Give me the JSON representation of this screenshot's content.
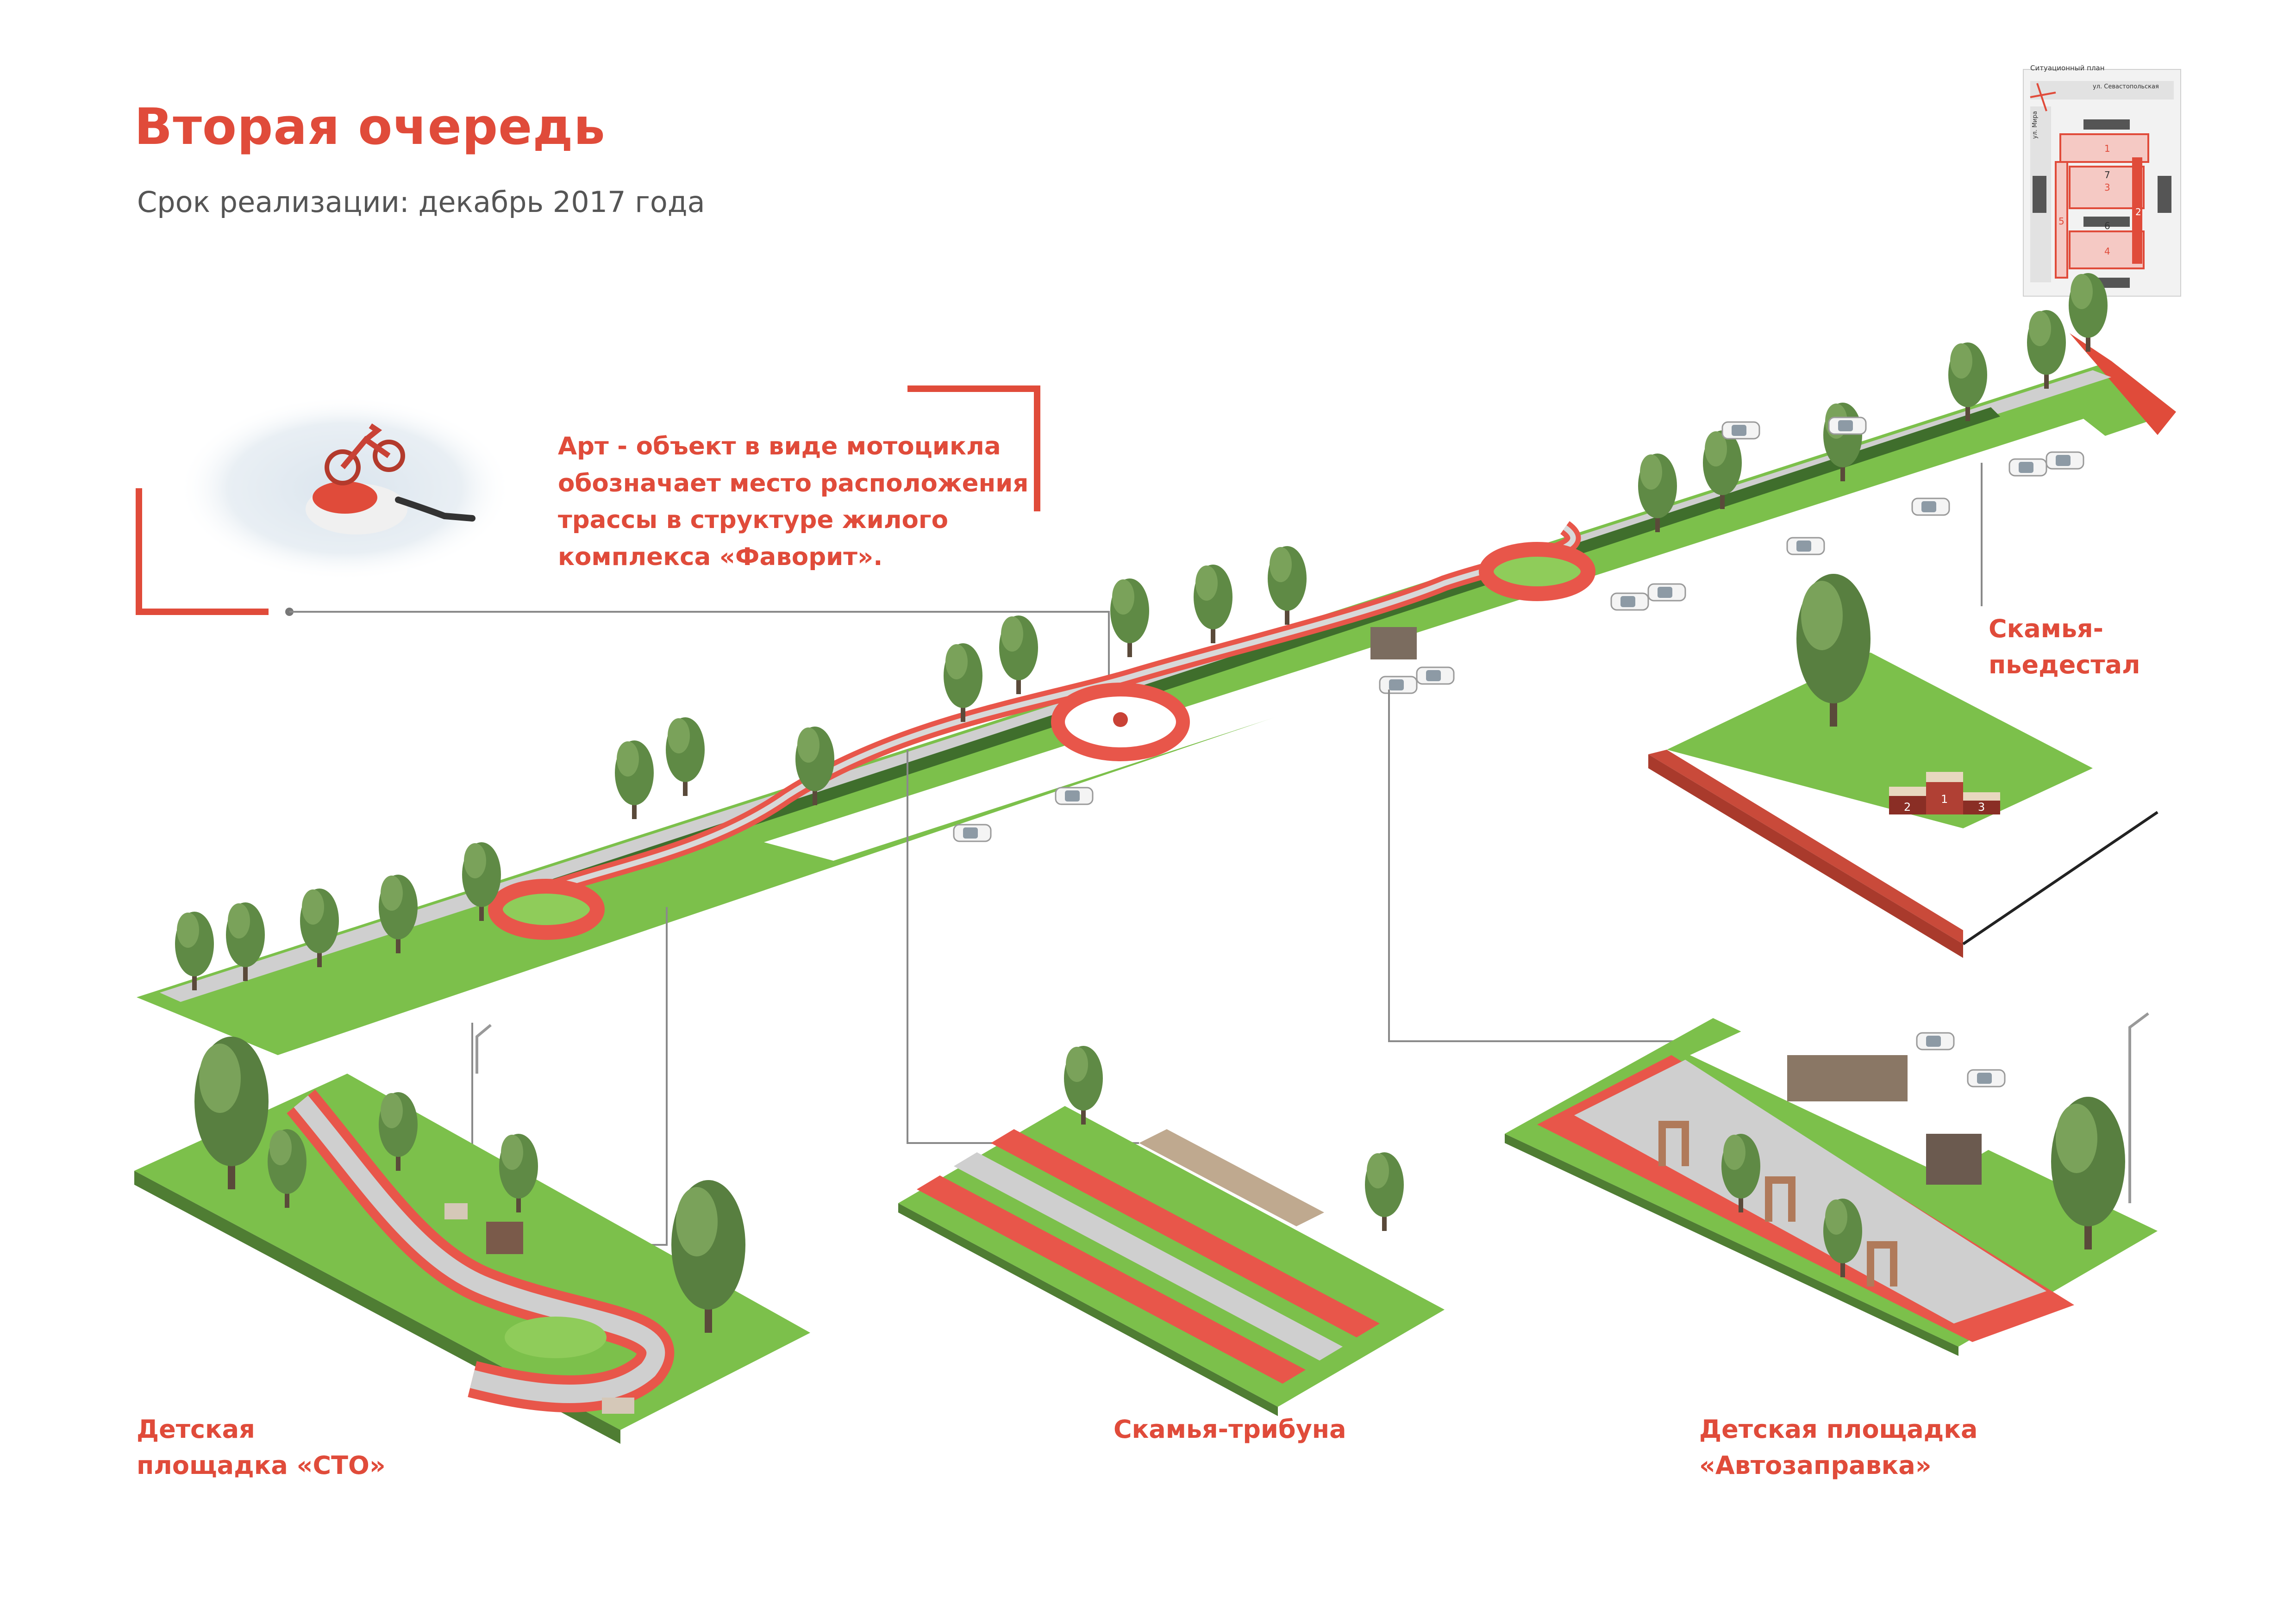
{
  "header": {
    "title": "Вторая очередь",
    "subtitle": "Срок реализации: декабрь 2017 года"
  },
  "art_object": {
    "description": "Арт - объект в виде мотоцикла обозначает место расположения трассы в структуре жилого комплекса «Фаворит»."
  },
  "labels": {
    "bench_pedestal": "Скамья- пьедестал",
    "playground_sto": "Детская площадка «СТО»",
    "bench_tribune": "Скамья-трибуна",
    "playground_gas": "Детская площадка «Автозаправка»"
  },
  "site_plan": {
    "caption": "Ситуационный план",
    "street_top": "ул. Севастопольская",
    "street_left": "ул. Мира",
    "zones": [
      "1",
      "2",
      "3",
      "4",
      "5",
      "6",
      "7"
    ]
  },
  "podium": {
    "places": [
      "1",
      "2",
      "3"
    ]
  },
  "colors": {
    "accent": "#e04b3a",
    "track": "#e8564a",
    "grass": "#7cc04b",
    "path": "#cfcfcf",
    "tree": "#5f8a45"
  }
}
